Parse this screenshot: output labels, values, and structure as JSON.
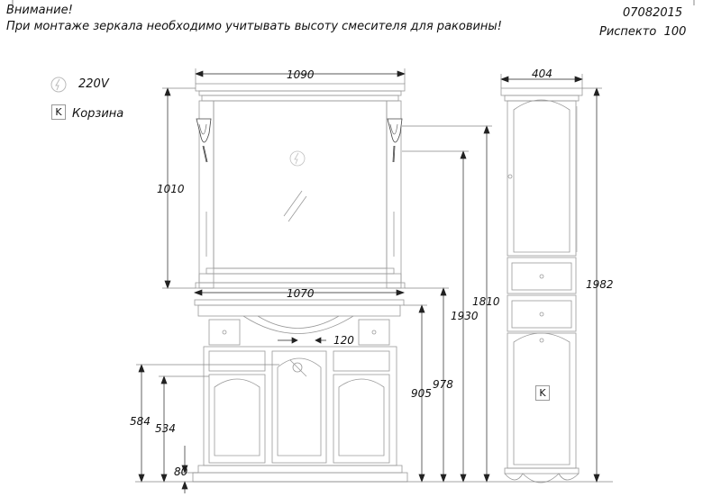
{
  "header": {
    "warning_title": "Внимание!",
    "warning_text": "При монтаже зеркала необходимо учитывать высоту смесителя для раковины!",
    "date_code": "07082015",
    "product_name": "Риспекто  100"
  },
  "legend": {
    "power_label": "220V",
    "basket_symbol": "K",
    "basket_label": "Корзина"
  },
  "dimensions": {
    "mirror_width": "1090",
    "mirror_height": "1010",
    "vanity_width": "1070",
    "sink_offset": "120",
    "height_1810": "1810",
    "height_1930": "1930",
    "height_905": "905",
    "height_978": "978",
    "height_584": "584",
    "height_534": "534",
    "plinth_80": "80",
    "column_width": "404",
    "column_height": "1982"
  },
  "column": {
    "basket_symbol": "K"
  }
}
